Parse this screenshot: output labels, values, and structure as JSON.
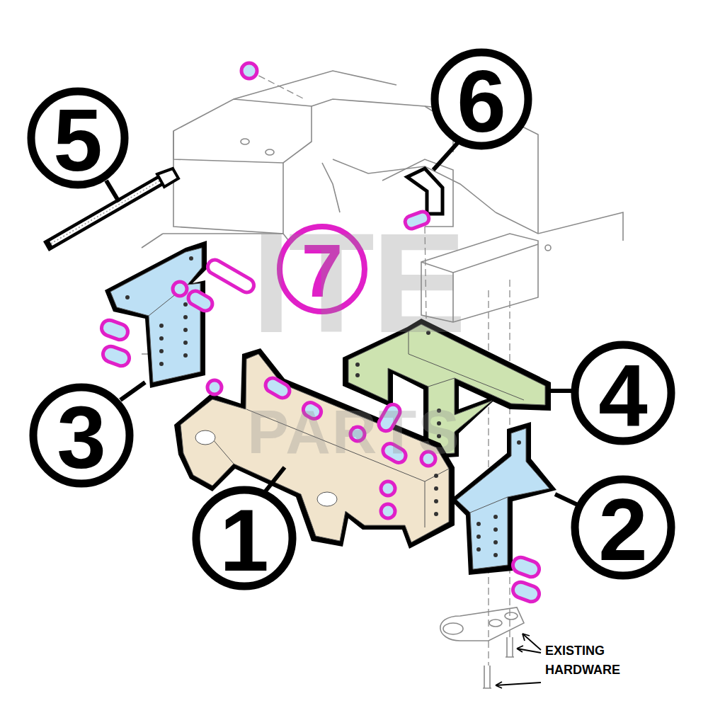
{
  "diagram": {
    "labels": [
      "5",
      "6",
      "7",
      "ITE",
      "3",
      "4",
      "PARTS",
      "1",
      "2",
      "EXISTING HARDWARE"
    ]
  }
}
